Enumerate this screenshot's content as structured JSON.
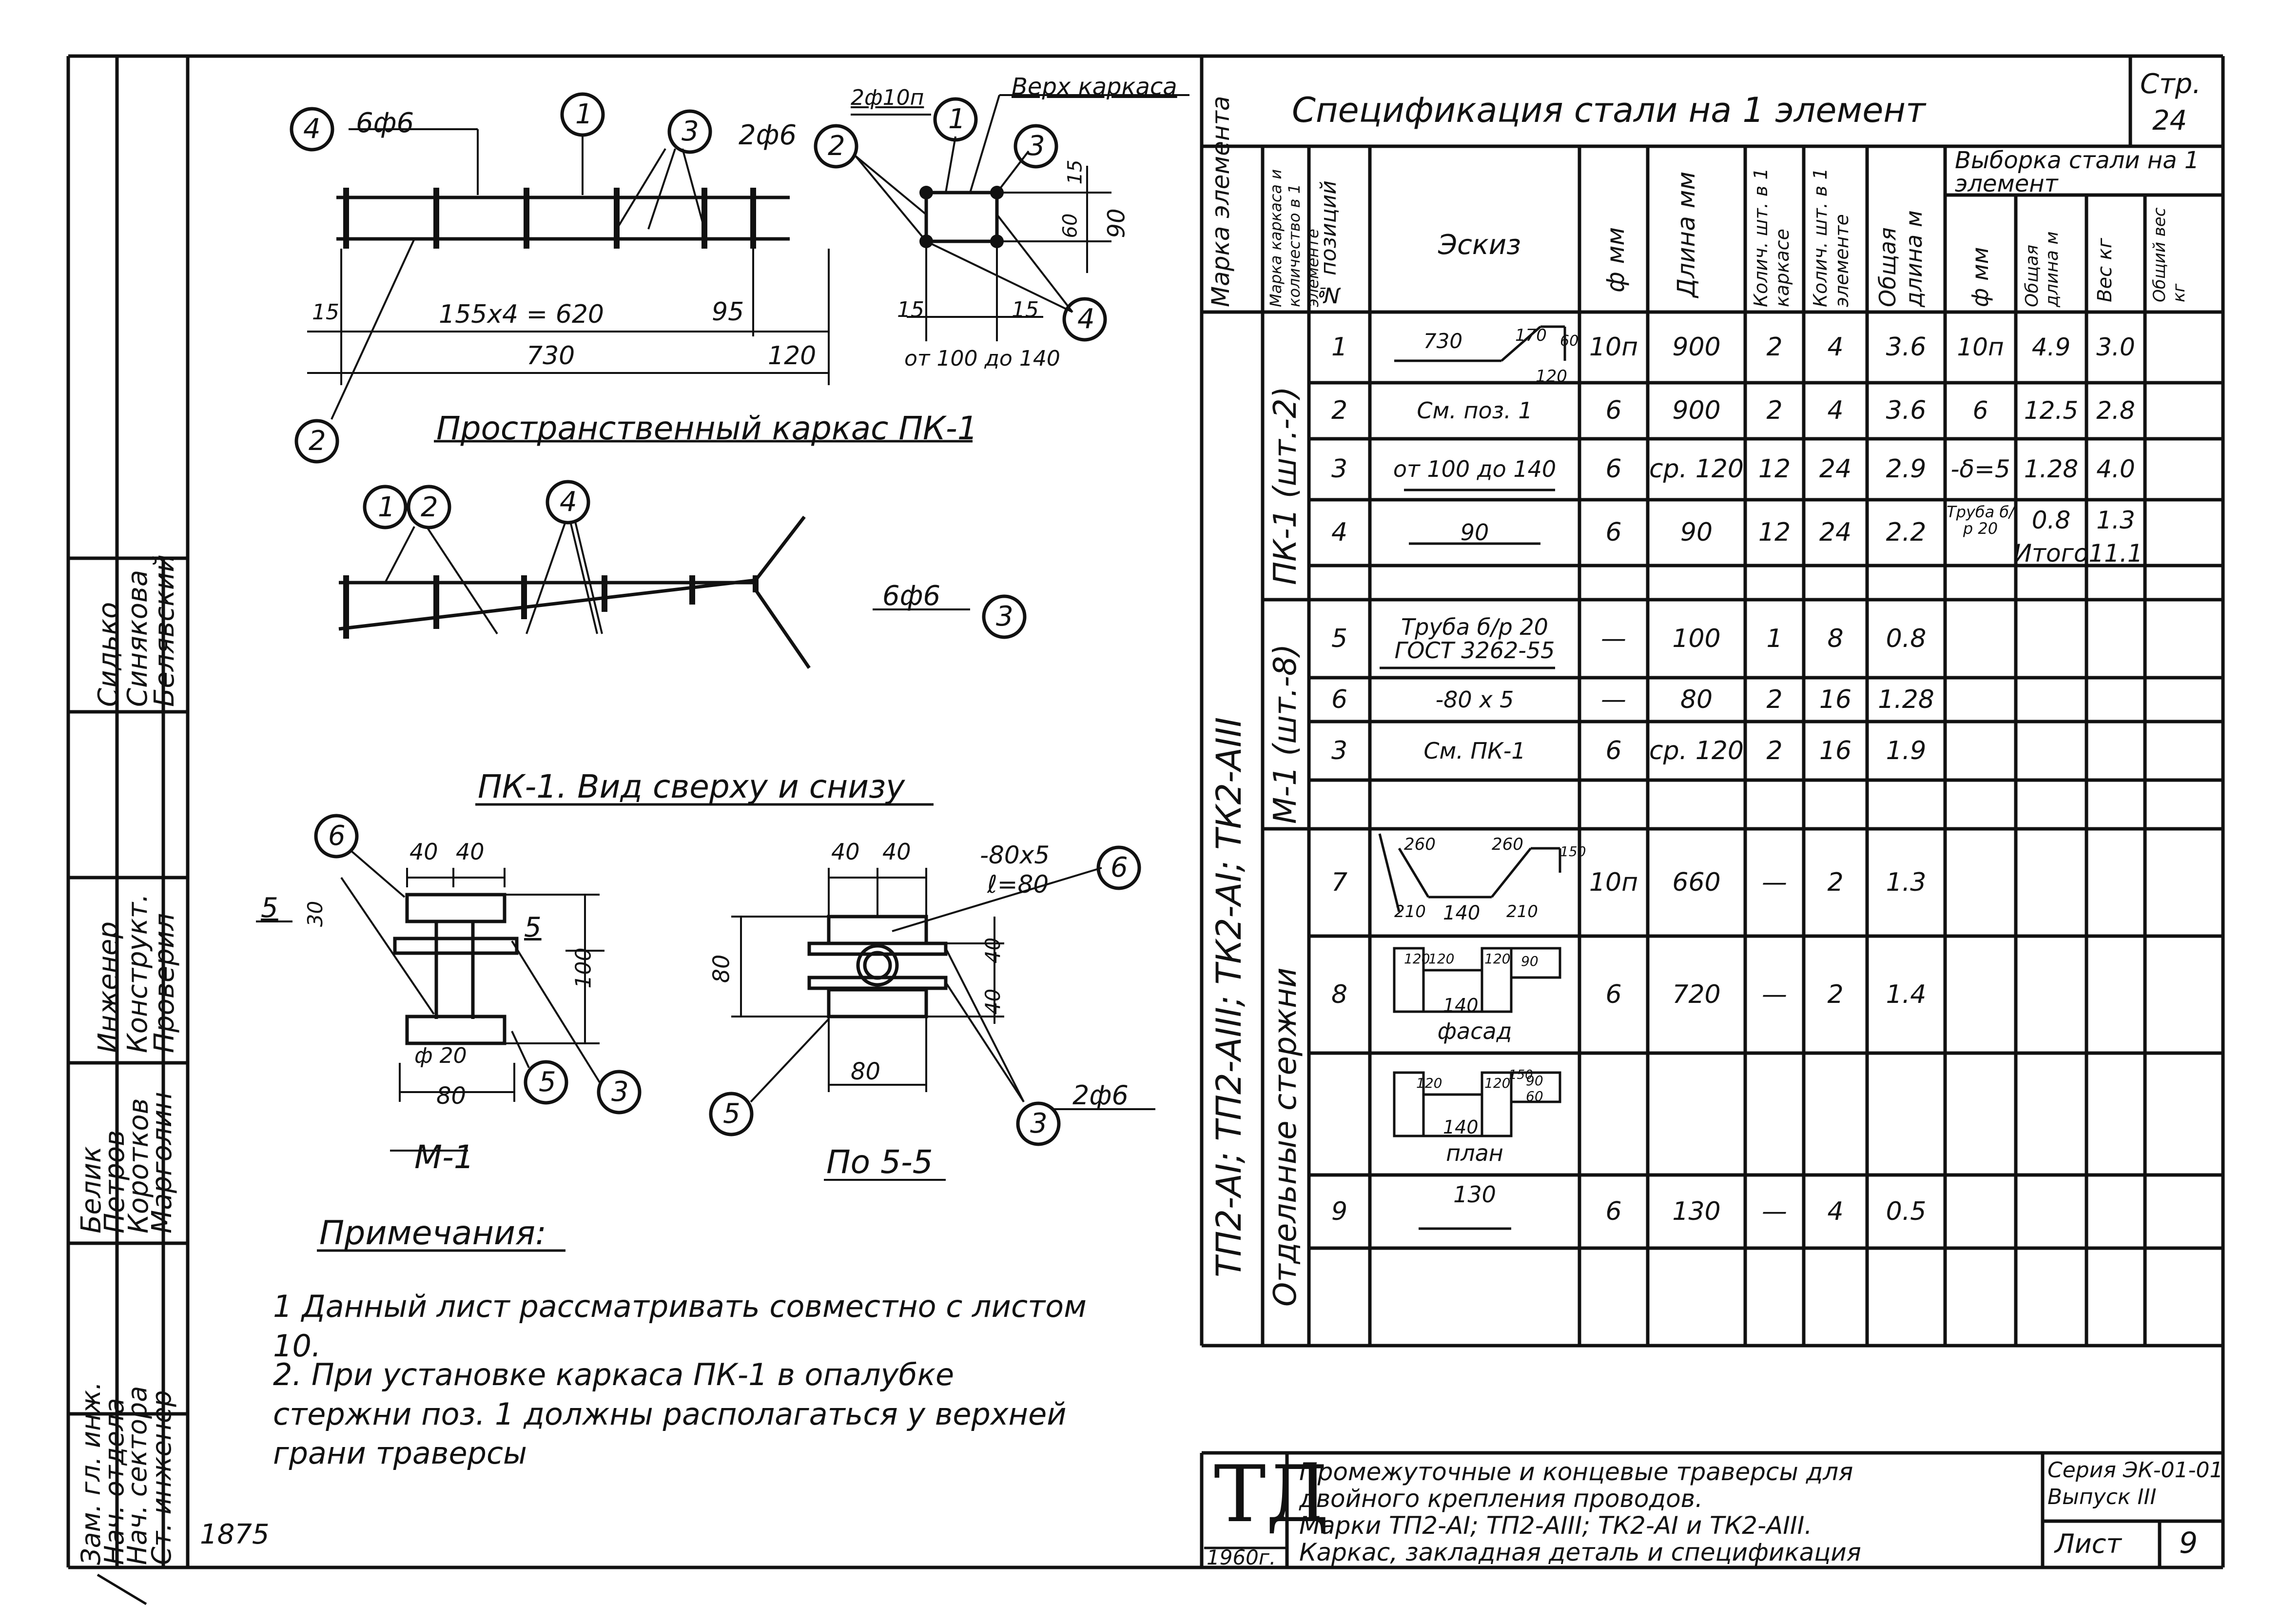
{
  "page": {
    "number_top": "Стр.",
    "number_top_value": "24",
    "handwritten_number": "1875"
  },
  "left_stamp": {
    "roles_col1": [
      "Зам. гл. инж.",
      "Нач. отдела",
      "Нач. сектора",
      "Ст. инженер",
      "Инженер",
      "Констр.",
      "Проверил"
    ],
    "names_col2": [
      "Белик",
      "Петров",
      "Коротков",
      "Марголин",
      "Инженер",
      "Конструкт.",
      "Проверил"
    ],
    "names_col3": [
      "Сидько",
      "Синякова",
      "Белявский"
    ]
  },
  "drawings": {
    "frame_title": "Пространственный каркас ПК-1",
    "topview_title": "ПК-1. Вид сверху и снизу",
    "m1_title": "М-1",
    "section_title": "По 5-5",
    "top_label_rebar1": "6ф6",
    "top_label_rebar2": "2ф6",
    "top_label_rebar3": "2ф10п",
    "top_label_verh": "Верх каркаса",
    "dim_155x4": "155x4 = 620",
    "dim_95": "95",
    "dim_730": "730",
    "dim_120": "120",
    "dim_15a": "15",
    "dim_15b": "15",
    "dim_15c": "15",
    "dim_15d": "15",
    "dim_60": "60",
    "dim_90": "90",
    "dim_range": "от 100 до 140",
    "topview_rebar": "6ф6",
    "m1_40a": "40",
    "m1_40b": "40",
    "m1_30": "30",
    "m1_100": "100",
    "m1_5a": "5",
    "m1_5b": "5",
    "m1_phi20": "ф 20",
    "m1_80": "80",
    "sec_40a": "40",
    "sec_40b": "40",
    "sec_plate": "-80x5",
    "sec_l": "ℓ=80",
    "sec_80v": "80",
    "sec_40c": "40",
    "sec_40d": "40",
    "sec_80h": "80",
    "sec_rebar": "2ф6"
  },
  "notes": {
    "title": "Примечания:",
    "items": [
      "1  Данный лист рассматривать совместно с листом 10.",
      "2.  При установке каркаса ПК-1 в опалубке стержни поз. 1 должны располагаться у верхней грани траверсы"
    ]
  },
  "spec": {
    "title": "Спецификация стали на 1 элемент",
    "headers": {
      "marka": "Марка элемента",
      "marka_karkasa": "Марка каркаса и количество в 1 элементе",
      "pos": "№ позиций",
      "sketch": "Эскиз",
      "phi": "ф мм",
      "length": "Длина мм",
      "count_frame": "Колич. шт. в 1 каркасе",
      "count_elem": "Колич. шт. в 1 элементе",
      "total_len": "Общая длина м",
      "vyborka": "Выборка стали на 1 элемент",
      "v_phi": "ф мм",
      "v_len": "Общая длина м",
      "v_weight": "Вес кг",
      "v_total": "Общий вес кг"
    },
    "element_marks": "ТП2-АI; ТП2-АIII; ТК2-АI; ТК2-АIII",
    "group_pk1": "ПК-1 (шт.-2)",
    "group_m1": "М-1 (шт.-8)",
    "group_rods": "Отдельные стержни",
    "rows": [
      {
        "pos": "1",
        "sketch": "730",
        "phi": "10п",
        "len": "900",
        "cf": "2",
        "ce": "4",
        "tl": "3.6"
      },
      {
        "pos": "2",
        "sketch": "См. поз. 1",
        "phi": "6",
        "len": "900",
        "cf": "2",
        "ce": "4",
        "tl": "3.6"
      },
      {
        "pos": "3",
        "sketch": "от 100 до 140",
        "phi": "6",
        "len": "ср. 120",
        "cf": "12",
        "ce": "24",
        "tl": "2.9"
      },
      {
        "pos": "4",
        "sketch": "90",
        "phi": "6",
        "len": "90",
        "cf": "12",
        "ce": "24",
        "tl": "2.2"
      },
      {
        "pos": "5",
        "sketch": "Труба б/р 20 ГОСТ 3262-55",
        "phi": "—",
        "len": "100",
        "cf": "1",
        "ce": "8",
        "tl": "0.8"
      },
      {
        "pos": "6",
        "sketch": "-80 x 5",
        "phi": "—",
        "len": "80",
        "cf": "2",
        "ce": "16",
        "tl": "1.28"
      },
      {
        "pos": "3",
        "sketch": "См. ПК-1",
        "phi": "6",
        "len": "ср. 120",
        "cf": "2",
        "ce": "16",
        "tl": "1.9"
      },
      {
        "pos": "7",
        "sketch": "",
        "phi": "10п",
        "len": "660",
        "cf": "—",
        "ce": "2",
        "tl": "1.3"
      },
      {
        "pos": "8",
        "sketch": "фасад",
        "phi": "6",
        "len": "720",
        "cf": "—",
        "ce": "2",
        "tl": "1.4"
      },
      {
        "pos": "",
        "sketch": "план",
        "phi": "",
        "len": "",
        "cf": "",
        "ce": "",
        "tl": ""
      },
      {
        "pos": "9",
        "sketch": "130",
        "phi": "6",
        "len": "130",
        "cf": "—",
        "ce": "4",
        "tl": "0.5"
      }
    ],
    "vyborka_rows": [
      {
        "phi": "10п",
        "len": "4.9",
        "w": "3.0"
      },
      {
        "phi": "6",
        "len": "12.5",
        "w": "2.8"
      },
      {
        "phi": "-δ=5",
        "len": "1.28",
        "w": "4.0"
      },
      {
        "phi": "Труба б/р 20",
        "len": "0.8",
        "w": "1.3"
      },
      {
        "phi": "",
        "len": "Итого",
        "w": "11.1"
      }
    ],
    "sketch_dims": {
      "s1a": "170",
      "s1b": "120",
      "s1c": "60",
      "s7a": "260",
      "s7b": "260",
      "s7c": "210",
      "s7d": "140",
      "s7e": "210",
      "s7f": "150",
      "s8a": "120",
      "s8b": "120",
      "s8c": "120",
      "s8d": "120",
      "s8e": "140",
      "s8f": "90",
      "s8g": "120",
      "s8h": "120",
      "s8i": "140",
      "s8j": "90",
      "s8k": "60",
      "s8l": "150"
    }
  },
  "title_block": {
    "logo": "ТД",
    "year": "1960г.",
    "line1": "Промежуточные и концевые траверсы для",
    "line2": "двойного крепления проводов.",
    "line3": "Марки ТП2-АI; ТП2-АIII; ТК2-АI и ТК2-АIII.",
    "line4": "Каркас, закладная деталь и спецификация",
    "series": "Серия ЭК-01-01",
    "issue": "Выпуск III",
    "sheet_label": "Лист",
    "sheet_value": "9"
  }
}
